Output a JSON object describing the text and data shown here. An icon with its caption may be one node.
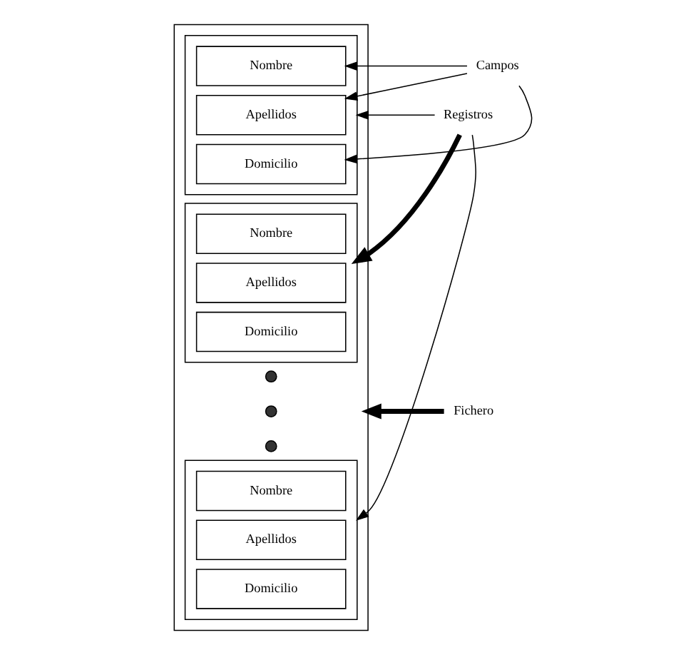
{
  "diagram": {
    "nodes": [
      {
        "text": [],
        "shape": "box"
      },
      {
        "text": [],
        "shape": "box",
        "in": 0
      },
      {
        "text": [
          "Nombre"
        ],
        "in": 1
      },
      {
        "text": [
          "Apellidos"
        ],
        "in": 1
      },
      {
        "text": [
          "Domicilio"
        ],
        "in": 1
      },
      {
        "text": [],
        "shape": "box",
        "in": 0
      },
      {
        "text": [
          "Nombre"
        ],
        "in": 5
      },
      {
        "text": [
          "Apellidos"
        ],
        "in": 5
      },
      {
        "text": [
          "Domicilio"
        ],
        "in": 5
      },
      {
        "text": [],
        "shape": "circle",
        "in": 0
      },
      {
        "text": [],
        "shape": "circle",
        "in": 0
      },
      {
        "text": [],
        "shape": "circle",
        "in": 0
      },
      {
        "text": [],
        "shape": "box",
        "in": 0
      },
      {
        "text": [
          "Nombre"
        ],
        "in": 12
      },
      {
        "text": [
          "Apellidos"
        ],
        "in": 12
      },
      {
        "text": [
          "Domicilio"
        ],
        "in": 12
      },
      {
        "text": [
          "Campos"
        ]
      },
      {
        "text": [
          "Registros"
        ]
      },
      {
        "text": [
          "Fichero"
        ]
      }
    ],
    "edges": [
      {
        "from": 16,
        "to": 2,
        "arrow": "to"
      },
      {
        "from": 16,
        "to": 3,
        "arrow": "to"
      },
      {
        "from": 16,
        "to": 4,
        "arrow": "to"
      },
      {
        "from": 17,
        "to": 1,
        "arrow": "to"
      },
      {
        "from": 17,
        "to": 5,
        "arrow": "to",
        "style": "thick"
      },
      {
        "from": 17,
        "to": 12,
        "arrow": "to"
      },
      {
        "from": 18,
        "to": 0,
        "arrow": "to",
        "style": "thick"
      }
    ]
  }
}
